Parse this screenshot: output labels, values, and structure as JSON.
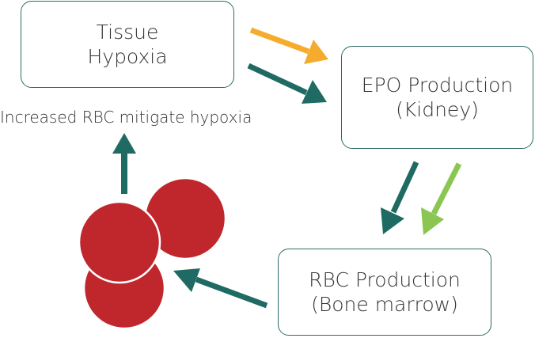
{
  "diagram": {
    "nodes": {
      "tissue_hypoxia": {
        "line1": "Tissue",
        "line2": "Hypoxia"
      },
      "epo_production": {
        "line1": "EPO Production",
        "line2": "(Kidney)"
      },
      "rbc_production": {
        "line1": "RBC Production",
        "line2": "(Bone marrow)"
      }
    },
    "caption": "Increased RBC mitigate hypoxia",
    "colors": {
      "box_border": "#2f6b63",
      "arrow_teal": "#1f6b64",
      "arrow_orange": "#f5ac2e",
      "arrow_green": "#8bc653",
      "cell_red": "#c0272d"
    }
  }
}
